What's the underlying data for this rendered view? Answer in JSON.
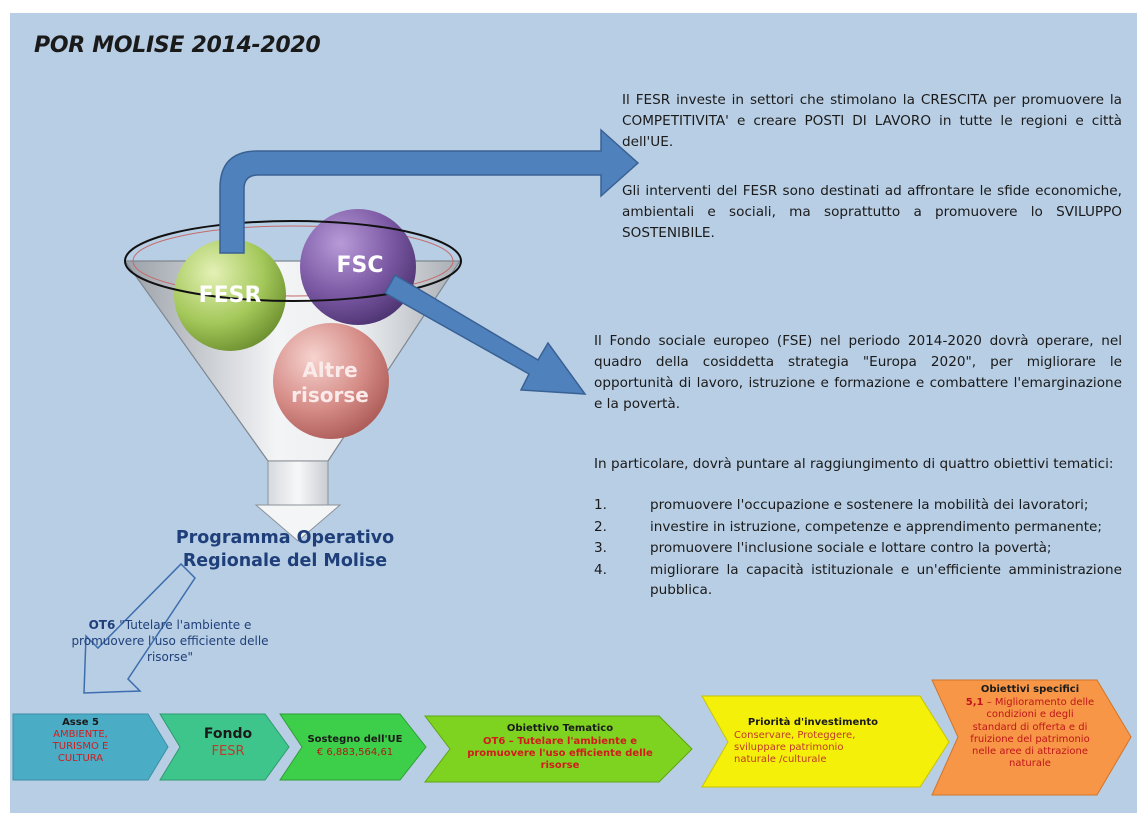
{
  "title": "POR MOLISE 2014-2020",
  "funnel": {
    "balls": {
      "fesr": "FESR",
      "fsc": "FSC",
      "altre": "Altre risorse"
    },
    "output_label": "Programma Operativo Regionale del Molise"
  },
  "fesr_text": {
    "p1": "Il FESR investe in settori che stimolano la CRESCITA per promuovere la COMPETITIVITA' e creare POSTI DI LAVORO in tutte le regioni e città dell'UE.",
    "p2": "Gli interventi del FESR sono destinati ad affrontare le sfide economiche, ambientali e sociali, ma soprattutto a promuovere lo SVILUPPO SOSTENIBILE."
  },
  "fse_text": {
    "p1": "Il Fondo sociale europeo (FSE) nel periodo 2014-2020 dovrà operare, nel quadro della cosiddetta strategia \"Europa 2020\", per migliorare le opportunità di lavoro, istruzione e formazione e combattere l'emarginazione e la povertà.",
    "p2": "In particolare, dovrà puntare al raggiungimento di quattro obiettivi tematici:",
    "list": [
      {
        "num": "1.",
        "text": "promuovere l'occupazione e sostenere la mobilità dei lavoratori;"
      },
      {
        "num": "2.",
        "text": "investire in istruzione, competenze e apprendimento permanente;"
      },
      {
        "num": "3.",
        "text": "promuovere l'inclusione sociale e lottare contro la povertà;"
      },
      {
        "num": "4.",
        "text": "migliorare la capacità istituzionale e un'efficiente amministrazione pubblica."
      }
    ]
  },
  "ot6": {
    "code": "OT6",
    "text": "\"Tutelare l'ambiente e promuovere l'uso efficiente delle risorse\""
  },
  "chevrons": {
    "asse": {
      "title": "Asse 5",
      "body": "AMBIENTE, TURISMO E CULTURA"
    },
    "fondo": {
      "title": "Fondo",
      "body": "FESR"
    },
    "sostegno": {
      "title": "Sostegno dell'UE",
      "body": "€ 6,883,564,61"
    },
    "obiettivo": {
      "title": "Obiettivo Tematico",
      "body": "OT6 – Tutelare l'ambiente e promuovere l'uso efficiente delle risorse"
    },
    "priorita": {
      "title": "Priorità d'investimento",
      "body": "Conservare, Proteggere, sviluppare patrimonio naturale /culturale"
    },
    "specifici": {
      "title": "Obiettivi specifici",
      "code": "5,1",
      "body": "– Miglioramento delle condizioni e degli standard di offerta e di fruizione del patrimonio nelle aree di attrazione naturale"
    }
  },
  "colors": {
    "background": "#b8cee4",
    "arrow": "#4f81bd",
    "fesr_ball": "#9bbb59",
    "fsc_ball": "#8064a2",
    "altre_ball": "#d99694",
    "chevron_asse": "#4bacc6",
    "chevron_fondo": "#3ec58c",
    "chevron_sostegno": "#3ecf4a",
    "chevron_obiettivo": "#7ed321",
    "chevron_priorita": "#f5f00a",
    "chevron_specifici": "#f79646"
  }
}
